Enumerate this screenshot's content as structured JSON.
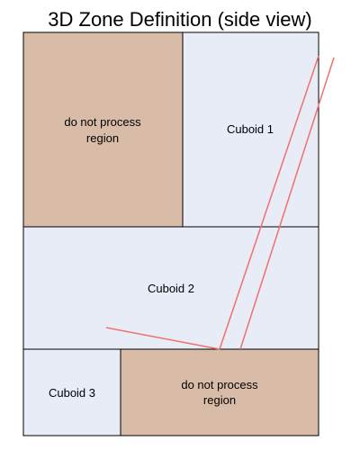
{
  "title": "3D Zone Definition (side view)",
  "colors": {
    "cuboid_fill": "#e7ecf6",
    "exclusion_fill": "#d9bca8",
    "outline": "#000000",
    "beam": "#f07070"
  },
  "regions": {
    "dnp_top": {
      "line1": "do not process",
      "line2": "region"
    },
    "cuboid1": {
      "label": "Cuboid 1"
    },
    "cuboid2": {
      "label": "Cuboid 2"
    },
    "cuboid3": {
      "label": "Cuboid 3"
    },
    "dnp_bottom": {
      "line1": "do not process",
      "line2": "region"
    }
  }
}
